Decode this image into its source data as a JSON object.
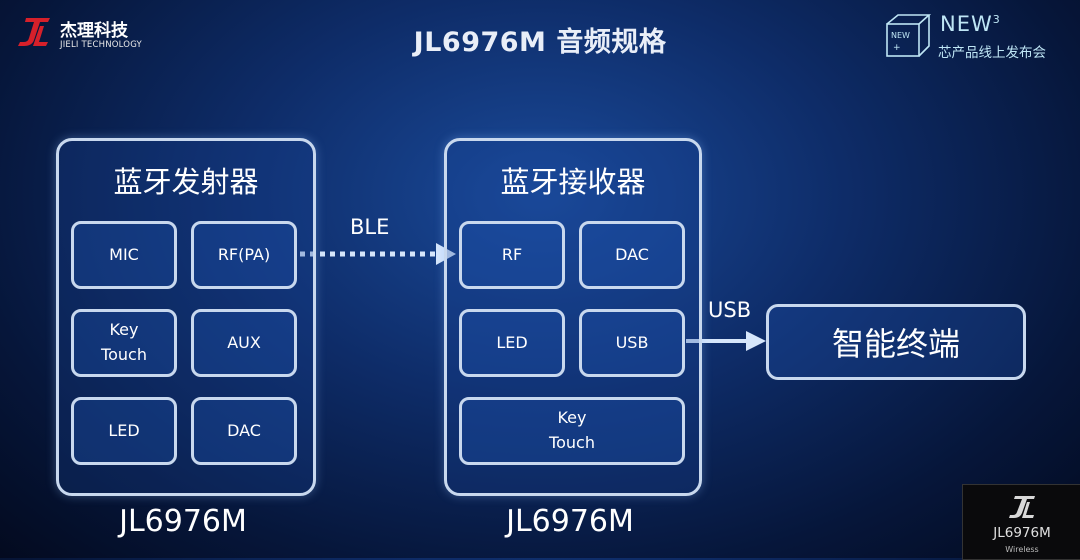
{
  "logo": {
    "company_cn": "杰理科技",
    "company_en": "JIELI TECHNOLOGY",
    "brand_color": "#d6202a"
  },
  "title": "JL6976M 音频规格",
  "badge": {
    "new_text": "NEW",
    "new_sup": "3",
    "subtitle": "芯产品线上发布会"
  },
  "transmitter": {
    "title": "蓝牙发射器",
    "chips": [
      "MIC",
      "RF(PA)",
      "Key\nTouch",
      "AUX",
      "LED",
      "DAC"
    ],
    "model": "JL6976M"
  },
  "receiver": {
    "title": "蓝牙接收器",
    "chips": [
      "RF",
      "DAC",
      "LED",
      "USB",
      "Key\nTouch"
    ],
    "model": "JL6976M"
  },
  "links": {
    "ble": "BLE",
    "usb": "USB"
  },
  "terminal": {
    "label": "智能终端"
  },
  "corner_chip": {
    "model": "JL6976M",
    "sub": "Wireless"
  }
}
